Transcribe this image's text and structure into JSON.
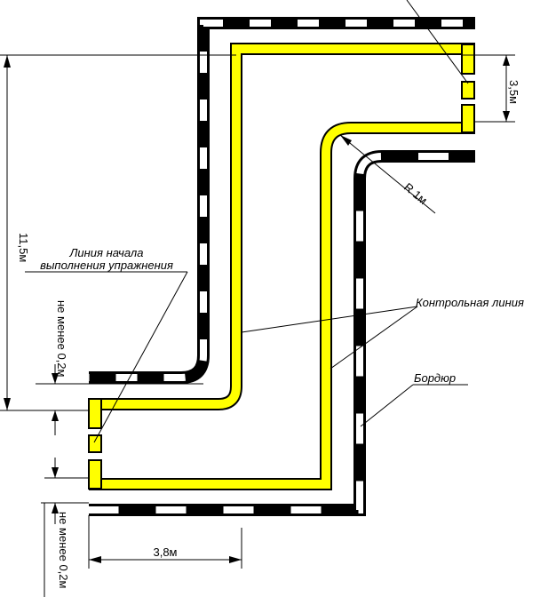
{
  "labels": {
    "start_line_line1": "Линия начала",
    "start_line_line2": "выполнения упражнения",
    "control_line": "Контрольная линия",
    "curb": "Бордюр"
  },
  "dimensions": {
    "total_length": "11,5м",
    "gap_top_right": "3,5м",
    "radius": "R 1м",
    "min_offset_upper": "не менее 0,2м",
    "min_offset_lower": "не менее 0,2м",
    "width_bottom": "3,8м"
  },
  "colors": {
    "curb_dark": "#000000",
    "curb_light": "#ffffff",
    "control_line_fill": "#ffff00",
    "outline": "#000000"
  }
}
